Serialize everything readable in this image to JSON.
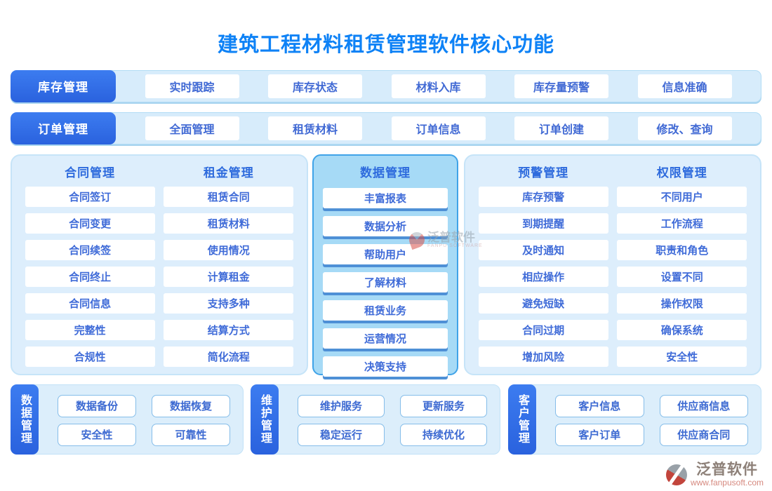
{
  "title": "建筑工程材料租赁管理软件核心功能",
  "bands": [
    {
      "label": "库存管理",
      "items": [
        "实时跟踪",
        "库存状态",
        "材料入库",
        "库存量预警",
        "信息准确"
      ]
    },
    {
      "label": "订单管理",
      "items": [
        "全面管理",
        "租赁材料",
        "订单信息",
        "订单创建",
        "修改、查询"
      ]
    }
  ],
  "panels": {
    "left": {
      "columns": [
        {
          "header": "合同管理",
          "items": [
            "合同签订",
            "合同变更",
            "合同续签",
            "合同终止",
            "合同信息",
            "完整性",
            "合规性"
          ]
        },
        {
          "header": "租金管理",
          "items": [
            "租赁合同",
            "租赁材料",
            "使用情况",
            "计算租金",
            "支持多种",
            "结算方式",
            "简化流程"
          ]
        }
      ]
    },
    "center": {
      "header": "数据管理",
      "items": [
        "丰富报表",
        "数据分析",
        "帮助用户",
        "了解材料",
        "租赁业务",
        "运营情况",
        "决策支持"
      ]
    },
    "right": {
      "columns": [
        {
          "header": "预警管理",
          "items": [
            "库存预警",
            "到期提醒",
            "及时通知",
            "相应操作",
            "避免短缺",
            "合同过期",
            "增加风险"
          ]
        },
        {
          "header": "权限管理",
          "items": [
            "不同用户",
            "工作流程",
            "职责和角色",
            "设置不同",
            "操作权限",
            "确保系统",
            "安全性"
          ]
        }
      ]
    }
  },
  "bottom_sections": [
    {
      "label": "数据管理",
      "buttons": [
        "数据备份",
        "数据恢复",
        "安全性",
        "可靠性"
      ]
    },
    {
      "label": "维护管理",
      "buttons": [
        "维护服务",
        "更新服务",
        "稳定运行",
        "持续优化"
      ]
    },
    {
      "label": "客户管理",
      "buttons": [
        "客户信息",
        "供应商信息",
        "客户订单",
        "供应商合同"
      ]
    }
  ],
  "watermark": {
    "text": "泛普软件",
    "subtext": "FANPU SOFTWARE"
  },
  "footer": {
    "brand": "泛普软件",
    "url": "www.fanpusoft.com"
  },
  "colors": {
    "title_blue": "#0e82f6",
    "primary_button_blue": "#2f6fe3",
    "band_background": "#d7ecfb",
    "panel_background": "#ddeefc",
    "center_panel_background": "#a6daf6",
    "center_panel_border": "#3fa3e8",
    "item_text_blue": "#3f6bd8",
    "pill_border": "#85bde9",
    "footer_red": "#c2453c",
    "footer_gray": "#8d8078"
  }
}
